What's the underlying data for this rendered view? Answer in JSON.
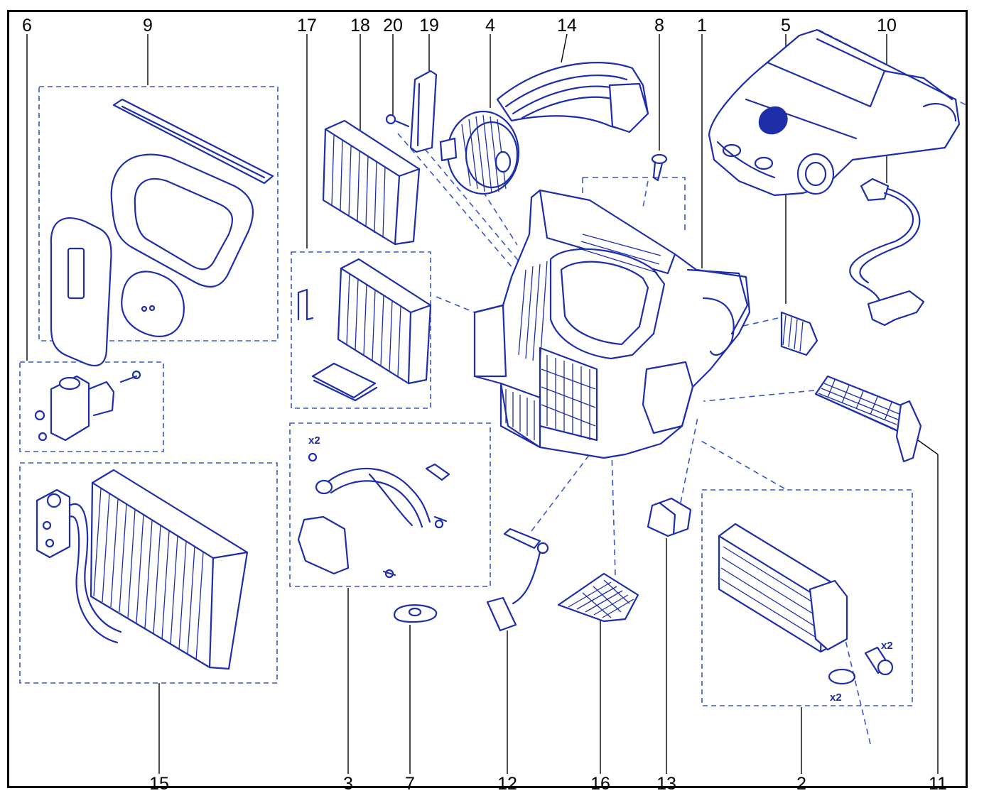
{
  "callouts": {
    "n1": "1",
    "n2": "2",
    "n3": "3",
    "n4": "4",
    "n5": "5",
    "n6": "6",
    "n7": "7",
    "n8": "8",
    "n9": "9",
    "n10": "10",
    "n11": "11",
    "n12": "12",
    "n13": "13",
    "n14": "14",
    "n15": "15",
    "n16": "16",
    "n17": "17",
    "n18": "18",
    "n19": "19",
    "n20": "20"
  },
  "quantities": {
    "q3": "x2",
    "q2_screw": "x2",
    "q2_seal": "x2"
  },
  "colors": {
    "line": "#1e2ea8",
    "dashed": "#3a56c8",
    "frame": "#000000"
  }
}
